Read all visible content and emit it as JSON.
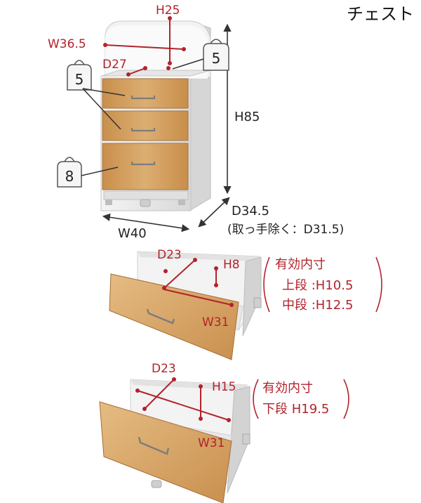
{
  "title": "チェスト",
  "cabinet": {
    "h25": "H25",
    "w36_5": "W36.5",
    "d27": "D27",
    "h85": "H85",
    "w40": "W40",
    "d34_5": "D34.5",
    "d_note": "(取っ手除く：D31.5)",
    "weight_top": "5",
    "weight_drawers": "5",
    "weight_bottom": "8"
  },
  "drawer_upper": {
    "d23": "D23",
    "h8": "H8",
    "w31": "W31",
    "inner_heading": "有効内寸",
    "inner_line1": "上段 :H10.5",
    "inner_line2": "中段 :H12.5"
  },
  "drawer_lower": {
    "d23": "D23",
    "h15": "H15",
    "w31": "W31",
    "inner_heading": "有効内寸",
    "inner_line1": "下段 H19.5"
  },
  "colors": {
    "accent": "#b1232b",
    "wood": "#d9a867",
    "white_body": "#eeeeee"
  }
}
